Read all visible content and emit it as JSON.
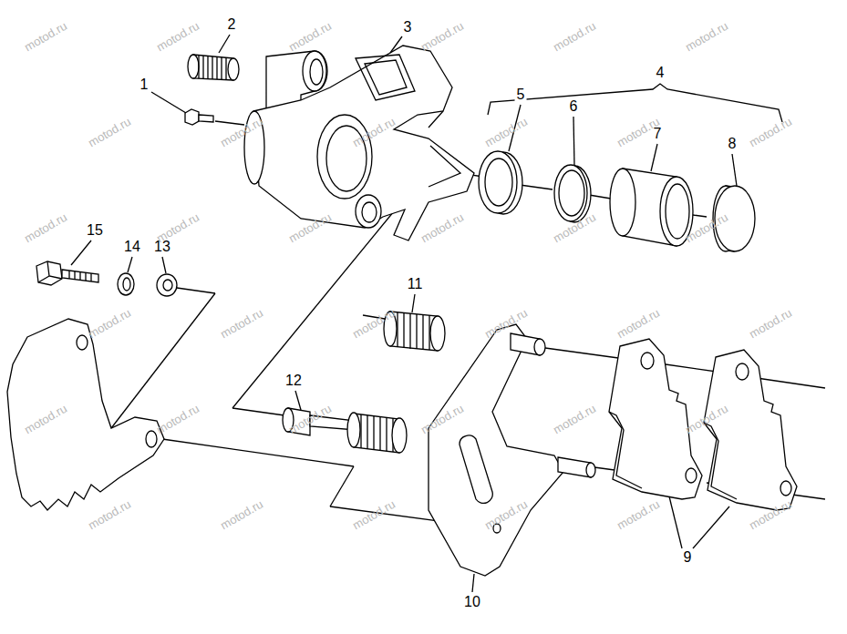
{
  "diagram": {
    "labels": [
      "1",
      "2",
      "3",
      "4",
      "5",
      "6",
      "7",
      "8",
      "9",
      "10",
      "11",
      "12",
      "13",
      "14",
      "15",
      "motod.ru",
      "motod.ru",
      "motod.ru",
      "motod.ru",
      "motod.ru",
      "motod.ru",
      "motod.ru",
      "motod.ru",
      "motod.ru",
      "motod.ru",
      "motod.ru",
      "motod.ru",
      "motod.ru",
      "motod.ru",
      "motod.ru",
      "motod.ru",
      "motod.ru",
      "motod.ru",
      "motod.ru",
      "motod.ru",
      "motod.ru",
      "motod.ru",
      "motod.ru",
      "motod.ru",
      "motod.ru",
      "motod.ru",
      "motod.ru",
      "motod.ru",
      "motod.ru",
      "motod.ru",
      "motod.ru",
      "motod.ru",
      "motod.ru",
      "motod.ru",
      "motod.ru",
      "motod.ru"
    ]
  }
}
